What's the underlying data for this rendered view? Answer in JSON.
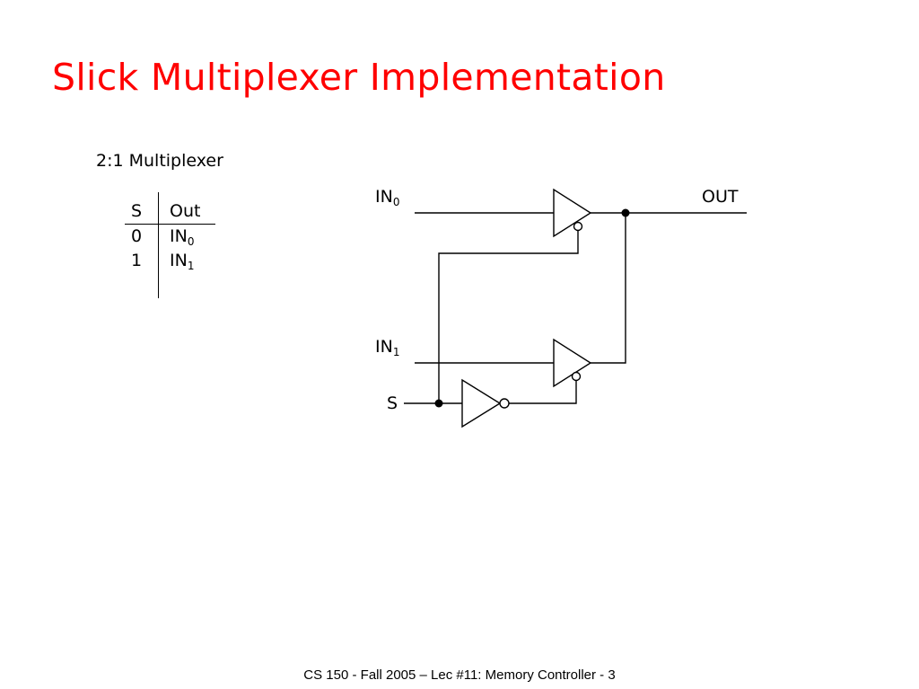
{
  "title": "Slick Multiplexer Implementation",
  "subheading": "2:1 Multiplexer",
  "truth_table": {
    "headers": [
      "S",
      "Out"
    ],
    "rows": [
      {
        "s": "0",
        "out": "IN",
        "out_sub": "0"
      },
      {
        "s": "1",
        "out": "IN",
        "out_sub": "1"
      }
    ]
  },
  "circuit": {
    "in0_label": "IN",
    "in0_sub": "0",
    "in1_label": "IN",
    "in1_sub": "1",
    "s_label": "S",
    "out_label": "OUT"
  },
  "footer": "CS 150 - Fall  2005 – Lec #11: Memory Controller - 3"
}
